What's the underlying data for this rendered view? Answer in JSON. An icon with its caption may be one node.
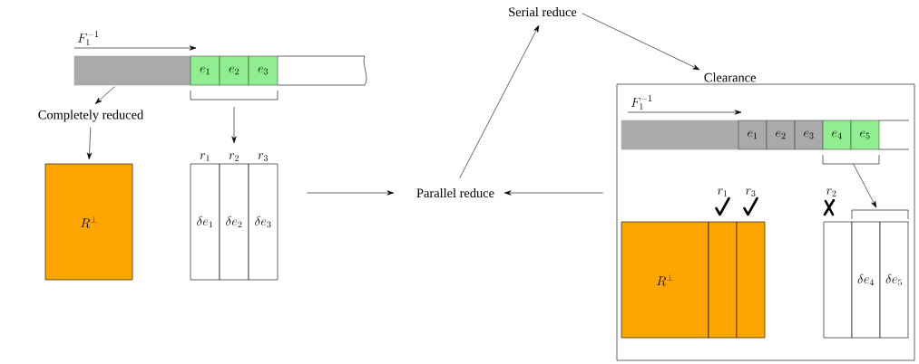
{
  "diagram": {
    "nodes": [
      {
        "text": [],
        "shape": "bar"
      },
      {
        "text": [
          "e_1"
        ]
      },
      {
        "text": [
          "e_2"
        ]
      },
      {
        "text": [
          "e_3"
        ]
      },
      {
        "text": [],
        "shape": "bracket"
      },
      {
        "text": [
          "Completely reduced"
        ]
      },
      {
        "text": [
          "R^\\perp"
        ]
      },
      {
        "text": [
          "\\delta e_1"
        ],
        "beside": [
          "r_1"
        ]
      },
      {
        "text": [
          "\\delta e_2"
        ],
        "beside": [
          "r_2"
        ]
      },
      {
        "text": [
          "\\delta e_3"
        ],
        "beside": [
          "r_3"
        ]
      },
      {
        "text": [
          "Parallel reduce"
        ]
      },
      {
        "text": [
          "Serial reduce"
        ]
      },
      {
        "text": [
          "Clearance"
        ]
      },
      {
        "text": [],
        "shape": "bar",
        "in": 12
      },
      {
        "text": [
          "e_1"
        ],
        "in": 12
      },
      {
        "text": [
          "e_2"
        ],
        "in": 12
      },
      {
        "text": [
          "e_3"
        ],
        "in": 12
      },
      {
        "text": [
          "e_4"
        ],
        "in": 12
      },
      {
        "text": [
          "e_5"
        ],
        "in": 12
      },
      {
        "text": [],
        "shape": "bracket",
        "in": 12
      },
      {
        "text": [
          "R^\\perp"
        ],
        "in": 12
      },
      {
        "text": [],
        "shape": "bar",
        "beside": [
          "r_1"
        ],
        "in": 12
      },
      {
        "text": [],
        "shape": "bar",
        "beside": [
          "r_3"
        ],
        "in": 12
      },
      {
        "text": [],
        "shape": "box",
        "beside": [
          "r_2"
        ],
        "in": 12
      },
      {
        "text": [
          "\\delta e_4"
        ],
        "in": 12
      },
      {
        "text": [
          "\\delta e_5"
        ],
        "in": 12
      },
      {
        "text": [],
        "shape": "bracket",
        "in": 12
      }
    ],
    "edges": [
      {
        "from": 0,
        "to": 5,
        "arrow": "to"
      },
      {
        "from": 5,
        "to": 6,
        "arrow": "to"
      },
      {
        "from": 4,
        "to": 8,
        "arrow": "to"
      },
      {
        "from": 9,
        "to": 10,
        "arrow": "to"
      },
      {
        "from": 10,
        "to": 11,
        "arrow": "to"
      },
      {
        "from": 11,
        "to": 12,
        "arrow": "to"
      },
      {
        "from": 12,
        "to": 10,
        "arrow": "to"
      },
      {
        "from": 19,
        "to": 26,
        "arrow": "to"
      }
    ],
    "labels": [
      "F_1^{-1}",
      "F_1^{-1}"
    ]
  }
}
